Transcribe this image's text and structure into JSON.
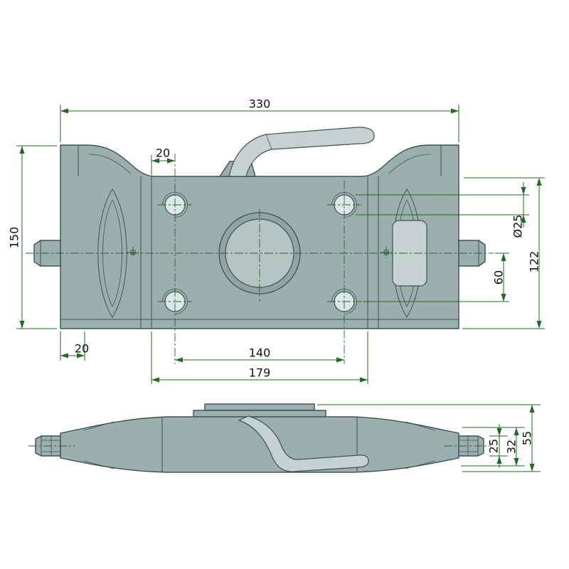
{
  "drawing": {
    "colors": {
      "background": "#FFFFFF",
      "body": "#9CAFAF",
      "body_dark": "#8FA4A4",
      "body_light": "#C6D1D1",
      "bore": "#B7C4C4",
      "hole_fill": "#DEE7E7",
      "outline": "#3E5156",
      "dimension": "#1F6B1F",
      "text": "#111111"
    },
    "top_view": {
      "dimensions": {
        "overall_width": "330",
        "overall_height": "150",
        "hole_edge_offset": "20",
        "hole_diameter": "Ø25",
        "plate_height": "122",
        "hole_row_spacing": "60",
        "edge_offset": "20",
        "hole_column_spacing": "140",
        "plate_width": "179"
      }
    },
    "side_view": {
      "dimensions": {
        "pin_diameter": "25",
        "end_thickness": "32",
        "overall_height": "55"
      }
    }
  }
}
